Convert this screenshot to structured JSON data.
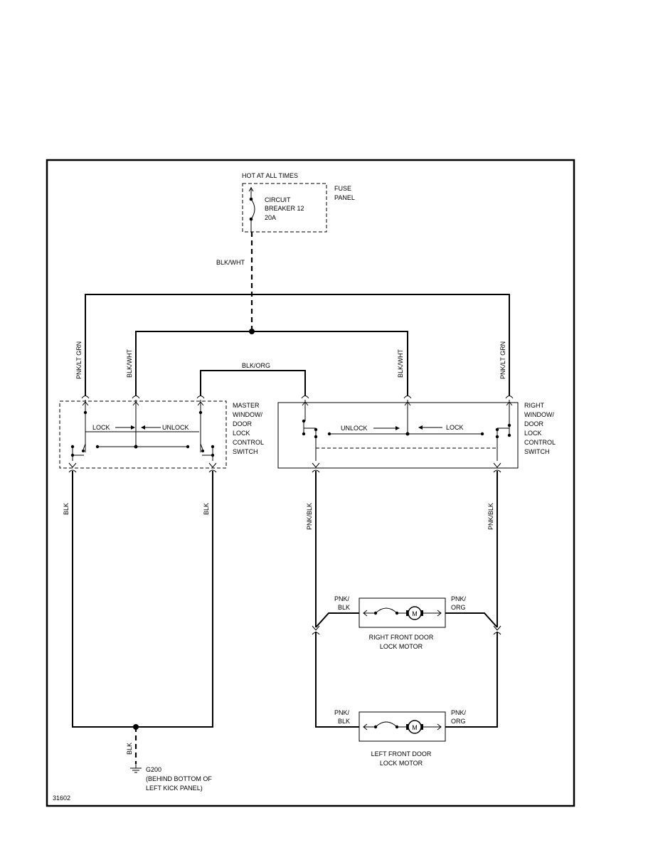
{
  "power": {
    "hot_label": "HOT AT ALL TIMES",
    "breaker_line1": "CIRCUIT",
    "breaker_line2": "BREAKER 12",
    "breaker_line3": "20A",
    "fuse_line1": "FUSE",
    "fuse_line2": "PANEL",
    "feed_wire": "BLK/WHT"
  },
  "wires": {
    "left_outer": "PNK/LT GRN",
    "left_inner": "BLK/WHT",
    "cross": "BLK/ORG",
    "right_inner": "BLK/WHT",
    "right_outer": "PNK/LT GRN",
    "master_out_left": "BLK",
    "master_out_right": "BLK",
    "right_out_left": "PNK/BLK",
    "right_out_right": "PNK/BLK",
    "ground": "BLK"
  },
  "master_switch": {
    "line1": "MASTER",
    "line2": "WINDOW/",
    "line3": "DOOR",
    "line4": "LOCK",
    "line5": "CONTROL",
    "line6": "SWITCH",
    "lock": "LOCK",
    "unlock": "UNLOCK"
  },
  "right_switch": {
    "line1": "RIGHT",
    "line2": "WINDOW/",
    "line3": "DOOR",
    "line4": "LOCK",
    "line5": "CONTROL",
    "line6": "SWITCH",
    "unlock": "UNLOCK",
    "lock": "LOCK"
  },
  "right_motor": {
    "left_wire_1": "PNK/",
    "left_wire_2": "BLK",
    "right_wire_1": "PNK/",
    "right_wire_2": "ORG",
    "motor_symbol": "M",
    "label1": "RIGHT FRONT DOOR",
    "label2": "LOCK MOTOR"
  },
  "left_motor": {
    "left_wire_1": "PNK/",
    "left_wire_2": "BLK",
    "right_wire_1": "PNK/",
    "right_wire_2": "ORG",
    "motor_symbol": "M",
    "label1": "LEFT FRONT DOOR",
    "label2": "LOCK MOTOR"
  },
  "ground": {
    "id": "G200",
    "line2": "(BEHIND BOTTOM OF",
    "line3": "LEFT KICK PANEL)"
  },
  "figure_id": "31602"
}
